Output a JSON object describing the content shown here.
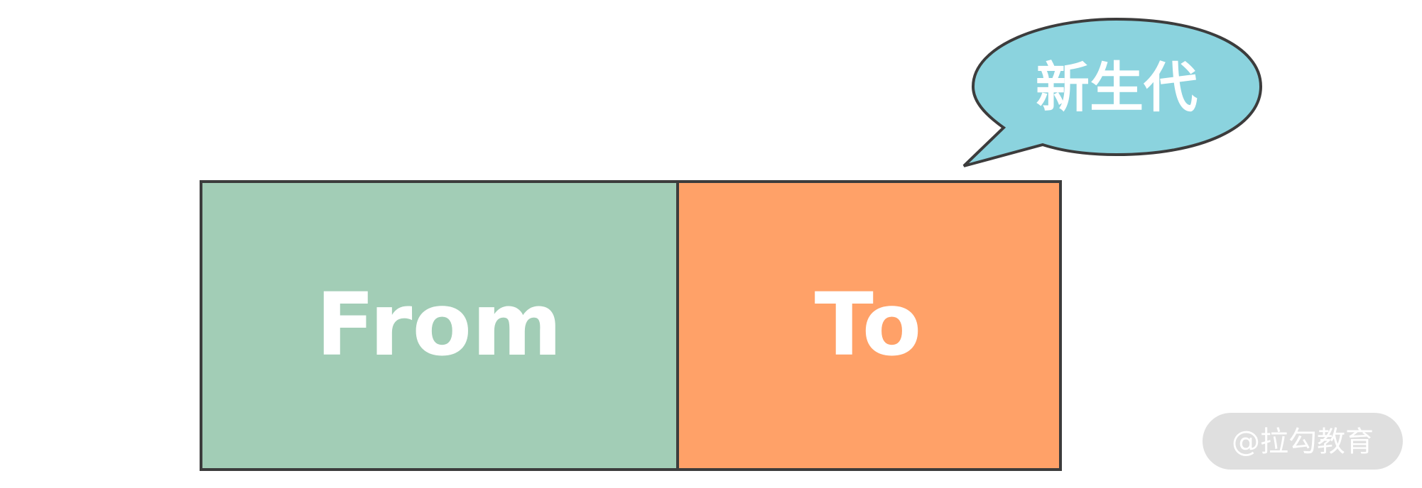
{
  "diagram": {
    "from_label": "From",
    "to_label": "To",
    "callout_label": "新生代"
  },
  "watermark": {
    "text": "@拉勾教育"
  },
  "colors": {
    "from_fill": "#a2cdb6",
    "to_fill": "#ffa168",
    "bubble_fill": "#8bd3de",
    "border": "#3c3c3c",
    "watermark_bg": "#dcdcdc"
  }
}
